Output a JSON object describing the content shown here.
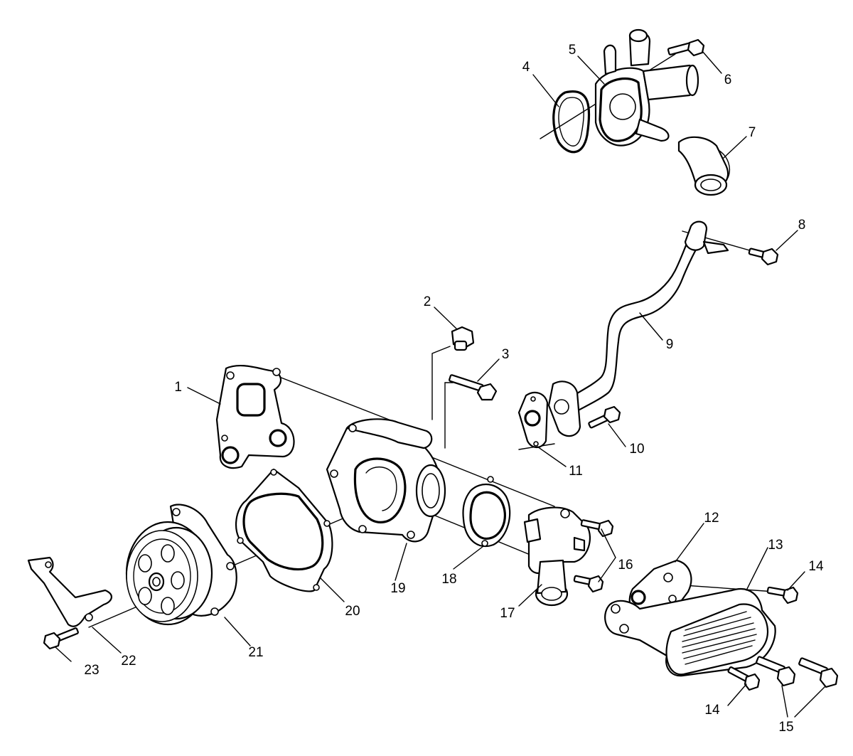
{
  "callouts": [
    {
      "id": "1",
      "text": "1"
    },
    {
      "id": "2",
      "text": "2"
    },
    {
      "id": "3",
      "text": "3"
    },
    {
      "id": "4",
      "text": "4"
    },
    {
      "id": "5",
      "text": "5"
    },
    {
      "id": "6",
      "text": "6"
    },
    {
      "id": "7",
      "text": "7"
    },
    {
      "id": "8",
      "text": "8"
    },
    {
      "id": "9",
      "text": "9"
    },
    {
      "id": "10",
      "text": "10"
    },
    {
      "id": "11",
      "text": "11"
    },
    {
      "id": "12",
      "text": "12"
    },
    {
      "id": "13",
      "text": "13"
    },
    {
      "id": "14a",
      "text": "14"
    },
    {
      "id": "14b",
      "text": "14"
    },
    {
      "id": "15",
      "text": "15"
    },
    {
      "id": "16",
      "text": "16"
    },
    {
      "id": "17",
      "text": "17"
    },
    {
      "id": "18",
      "text": "18"
    },
    {
      "id": "19",
      "text": "19"
    },
    {
      "id": "20",
      "text": "20"
    },
    {
      "id": "21",
      "text": "21"
    },
    {
      "id": "22",
      "text": "22"
    },
    {
      "id": "23",
      "text": "23"
    }
  ]
}
